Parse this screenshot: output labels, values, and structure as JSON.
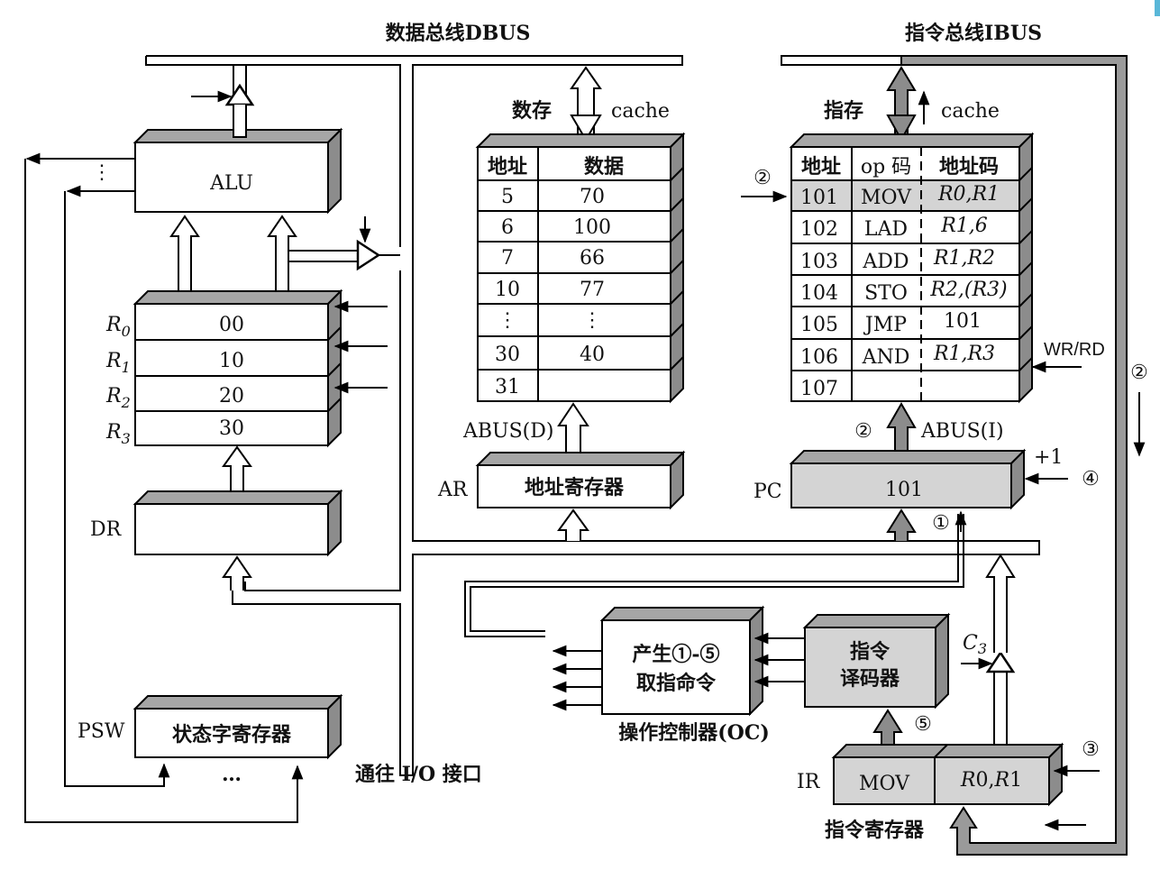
{
  "labels": {
    "dbus": "数据总线DBUS",
    "ibus": "指令总线IBUS",
    "alu": "ALU",
    "dots_v": "⋮",
    "dr": "DR",
    "psw": "PSW",
    "psw_box": "状态字寄存器",
    "psw_dots": "…",
    "io": "通往 I/O 接口",
    "data_mem": "数存",
    "instr_mem": "指存",
    "cache": "cache",
    "abus_d": "ABUS(D)",
    "abus_i": "ABUS(I)",
    "ar": "AR",
    "ar_box": "地址寄存器",
    "pc": "PC",
    "pc_value": "101",
    "plus_one": "+1",
    "wr_rd": "WR/RD",
    "oc_line1": "产生①-⑤",
    "oc_line2": "取指命令",
    "oc_caption": "操作控制器(OC)",
    "decoder_line1": "指令",
    "decoder_line2": "译码器",
    "c3": "C",
    "c3_sub": "3",
    "ir": "IR",
    "ir_op": "MOV",
    "ir_addr_a": "R",
    "ir_addr_b": "0,",
    "ir_addr_c": "R",
    "ir_addr_d": "1",
    "ir_caption": "指令寄存器"
  },
  "steps": {
    "s1": "①",
    "s2": "②",
    "s3": "③",
    "s4": "④",
    "s5": "⑤"
  },
  "registers": [
    {
      "name": "R",
      "sub": "0",
      "value": "00"
    },
    {
      "name": "R",
      "sub": "1",
      "value": "10"
    },
    {
      "name": "R",
      "sub": "2",
      "value": "20"
    },
    {
      "name": "R",
      "sub": "3",
      "value": "30"
    }
  ],
  "data_memory": {
    "headers": [
      "地址",
      "数据"
    ],
    "rows": [
      [
        "5",
        "70"
      ],
      [
        "6",
        "100"
      ],
      [
        "7",
        "66"
      ],
      [
        "10",
        "77"
      ],
      [
        "⋮",
        "⋮"
      ],
      [
        "30",
        "40"
      ],
      [
        "31",
        ""
      ]
    ]
  },
  "instr_memory": {
    "headers": [
      "地址",
      "op 码",
      "地址码"
    ],
    "rows": [
      [
        "101",
        "MOV",
        "R0,R1"
      ],
      [
        "102",
        "LAD",
        "R1,6"
      ],
      [
        "103",
        "ADD",
        "R1,R2"
      ],
      [
        "104",
        "STO",
        "R2,(R3)"
      ],
      [
        "105",
        "JMP",
        "101"
      ],
      [
        "106",
        "AND",
        "R1,R3"
      ],
      [
        "107",
        "",
        ""
      ]
    ],
    "highlight_row": 0
  },
  "colors": {
    "shade": "#d4d4d4",
    "side": "#8c8c8c",
    "top": "#a6a6a6",
    "line": "#000000"
  }
}
